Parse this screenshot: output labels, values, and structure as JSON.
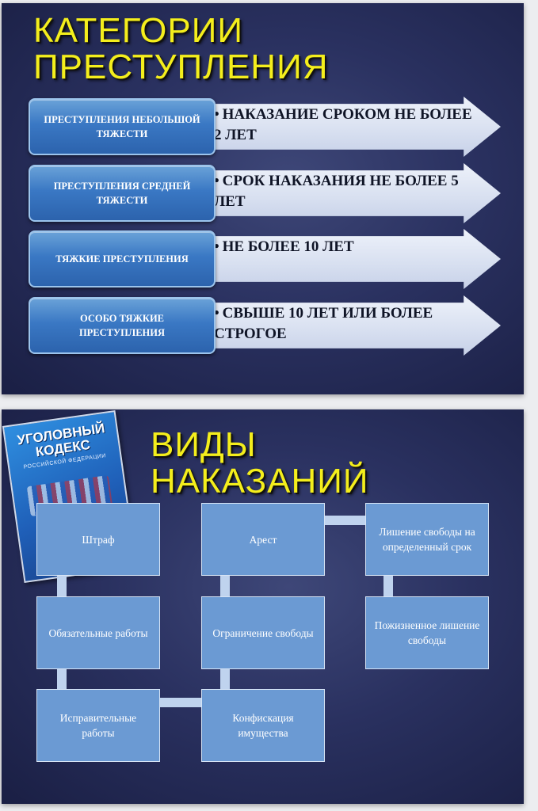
{
  "slide1": {
    "title_line1": "КАТЕГОРИИ",
    "title_line2": "ПРЕСТУПЛЕНИЯ",
    "rows": [
      {
        "category": "ПРЕСТУПЛЕНИЯ НЕБОЛЬШОЙ ТЯЖЕСТИ",
        "punishment": "НАКАЗАНИЕ СРОКОМ НЕ БОЛЕЕ 2 ЛЕТ"
      },
      {
        "category": "ПРЕСТУПЛЕНИЯ СРЕДНЕЙ ТЯЖЕСТИ",
        "punishment": "СРОК НАКАЗАНИЯ НЕ БОЛЕЕ 5 ЛЕТ"
      },
      {
        "category": "ТЯЖКИЕ ПРЕСТУПЛЕНИЯ",
        "punishment": "НЕ БОЛЕЕ 10 ЛЕТ"
      },
      {
        "category": "ОСОБО ТЯЖКИЕ ПРЕСТУПЛЕНИЯ",
        "punishment": "СВЫШЕ 10 ЛЕТ ИЛИ БОЛЕЕ СТРОГОЕ"
      }
    ]
  },
  "slide2": {
    "title_line1": "ВИДЫ",
    "title_line2": "НАКАЗАНИЙ",
    "book": {
      "title": "УГОЛОВНЫЙ КОДЕКС",
      "subtitle": "РОССИЙСКОЙ ФЕДЕРАЦИИ"
    },
    "boxes": {
      "fine": "Штраф",
      "arrest": "Арест",
      "imprisonment_term": "Лишение свободы на определенный срок",
      "compulsory_work": "Обязательные работы",
      "restriction_freedom": "Ограничение свободы",
      "life_imprisonment": "Пожизненное лишение свободы",
      "correctional_work": "Исправительные работы",
      "confiscation": "Конфискация имущества"
    }
  },
  "colors": {
    "title": "#f4ee1c",
    "slide_bg": "#2a3160",
    "category_box": "#3a78c4",
    "arrow": "#d7dff0",
    "punishment_box": "#6b9ad3",
    "connector": "#bfd3ee"
  }
}
